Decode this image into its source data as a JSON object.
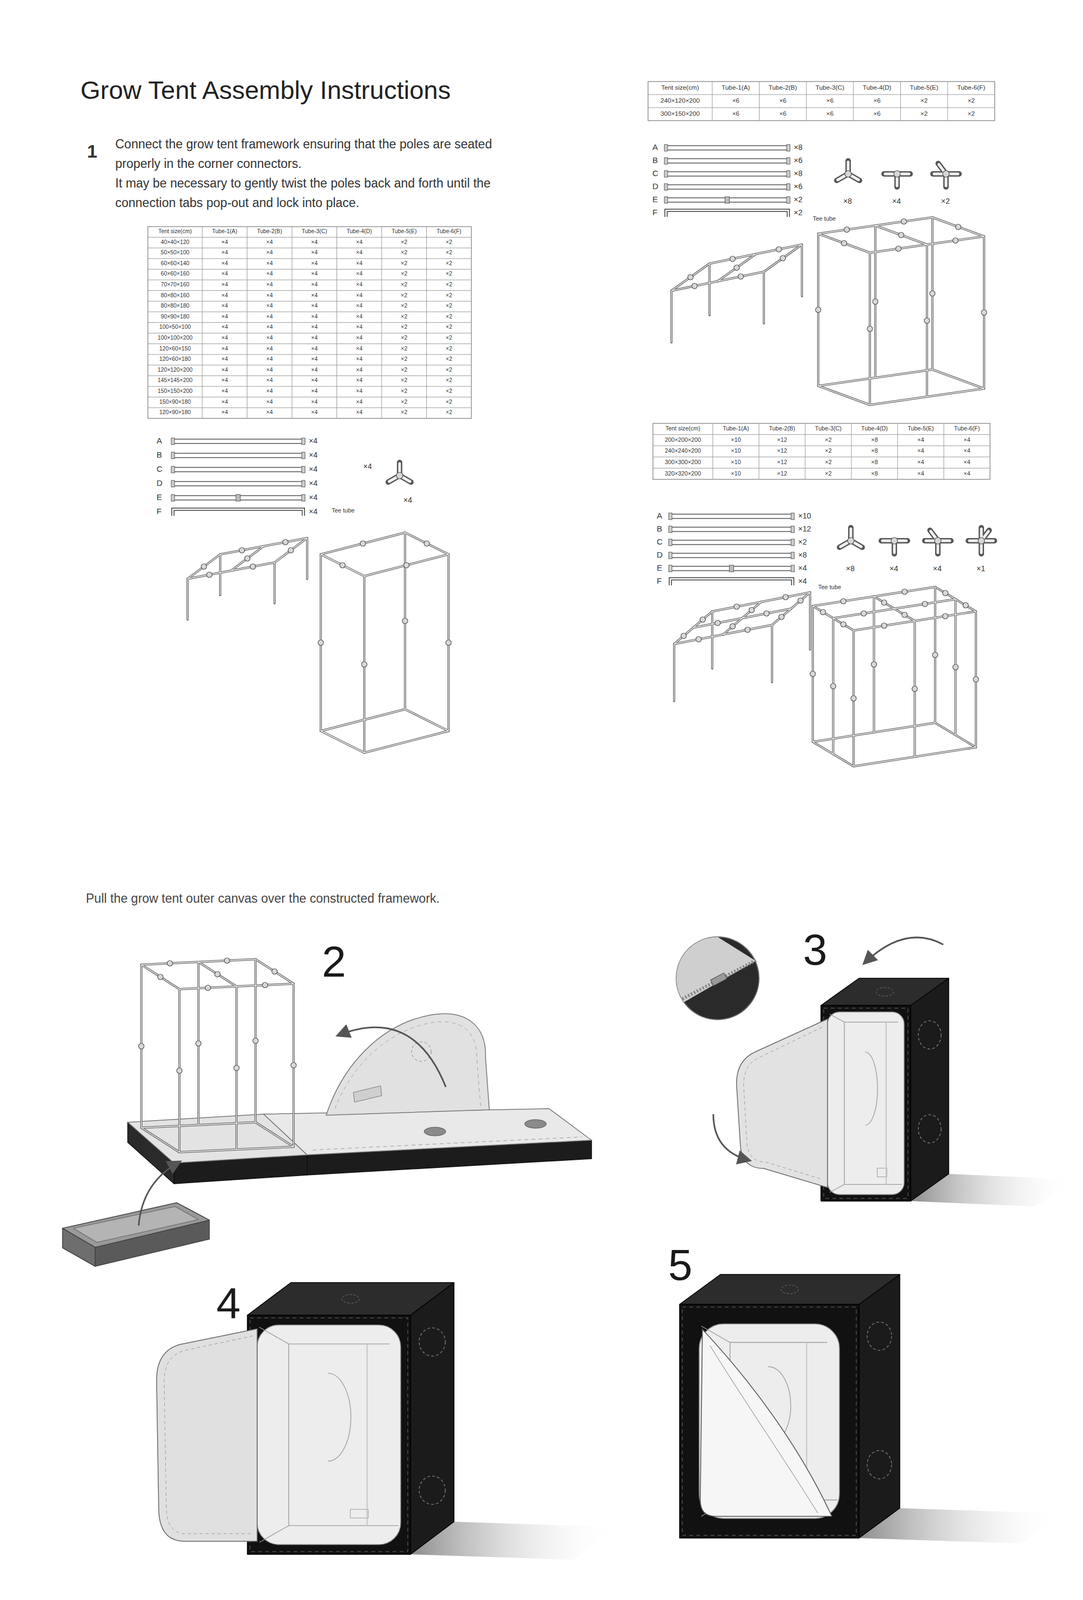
{
  "diagram": {
    "title": "Grow Tent Assembly Instructions",
    "labels": [
      "1",
      "Connect the grow tent framework ensuring that the poles are seated properly in the corner connectors.",
      "It may be necessary to gently twist the poles back and forth until the connection tabs pop-out and lock into place.",
      "Tent size(cm)",
      "Tube-1(A)",
      "Tube-2(B)",
      "Tube-3(C)",
      "Tube-4(D)",
      "Tube-5(E)",
      "Tube-6(F)",
      "40×40×120",
      "×4",
      "×4",
      "×4",
      "×4",
      "×2",
      "×2",
      "50×50×100",
      "×4",
      "×4",
      "×4",
      "×4",
      "×2",
      "×2",
      "60×60×140",
      "×4",
      "×4",
      "×4",
      "×4",
      "×2",
      "×2",
      "60×60×160",
      "×4",
      "×4",
      "×4",
      "×4",
      "×2",
      "×2",
      "70×70×160",
      "×4",
      "×4",
      "×4",
      "×4",
      "×2",
      "×2",
      "80×80×160",
      "×4",
      "×4",
      "×4",
      "×4",
      "×2",
      "×2",
      "80×80×180",
      "×4",
      "×4",
      "×4",
      "×4",
      "×2",
      "×2",
      "90×90×180",
      "×4",
      "×4",
      "×4",
      "×4",
      "×2",
      "×2",
      "100×50×100",
      "×4",
      "×4",
      "×4",
      "×4",
      "×2",
      "×2",
      "100×100×200",
      "×4",
      "×4",
      "×4",
      "×4",
      "×2",
      "×2",
      "120×60×150",
      "×4",
      "×4",
      "×4",
      "×4",
      "×2",
      "×2",
      "120×60×180",
      "×4",
      "×4",
      "×4",
      "×4",
      "×2",
      "×2",
      "120×120×200",
      "×4",
      "×4",
      "×4",
      "×4",
      "×2",
      "×2",
      "145×145×200",
      "×4",
      "×4",
      "×4",
      "×4",
      "×2",
      "×2",
      "150×150×200",
      "×4",
      "×4",
      "×4",
      "×4",
      "×2",
      "×2",
      "150×90×180",
      "×4",
      "×4",
      "×4",
      "×4",
      "×2",
      "×2",
      "120×90×180",
      "×4",
      "×4",
      "×4",
      "×4",
      "×2",
      "×2",
      "A",
      "×4",
      "B",
      "×4",
      "C",
      "×4",
      "D",
      "×4",
      "E",
      "×4",
      "F",
      "×4",
      "Tee tube",
      "×4",
      "×4",
      "Tent size(cm)",
      "Tube-1(A)",
      "Tube-2(B)",
      "Tube-3(C)",
      "Tube-4(D)",
      "Tube-5(E)",
      "Tube-6(F)",
      "240×120×200",
      "×6",
      "×6",
      "×6",
      "×6",
      "×2",
      "×2",
      "300×150×200",
      "×6",
      "×6",
      "×6",
      "×6",
      "×2",
      "×2",
      "A",
      "×8",
      "B",
      "×6",
      "C",
      "×8",
      "D",
      "×6",
      "E",
      "×2",
      "F",
      "×2",
      "Tee tube",
      "×8",
      "×4",
      "×2",
      "Tent size(cm)",
      "Tube-1(A)",
      "Tube-2(B)",
      "Tube-3(C)",
      "Tube-4(D)",
      "Tube-5(E)",
      "Tube-6(F)",
      "200×200×200",
      "×10",
      "×12",
      "×2",
      "×8",
      "×4",
      "×4",
      "240×240×200",
      "×10",
      "×12",
      "×2",
      "×8",
      "×4",
      "×4",
      "300×300×200",
      "×10",
      "×12",
      "×2",
      "×8",
      "×4",
      "×4",
      "320×320×200",
      "×10",
      "×12",
      "×2",
      "×8",
      "×4",
      "×4",
      "A",
      "×10",
      "B",
      "×12",
      "C",
      "×2",
      "D",
      "×8",
      "E",
      "×4",
      "F",
      "×4",
      "Tee tube",
      "×8",
      "×4",
      "×4",
      "×1",
      "Pull the grow tent outer canvas over the constructed framework.",
      "2",
      "3",
      "4",
      "5"
    ]
  }
}
